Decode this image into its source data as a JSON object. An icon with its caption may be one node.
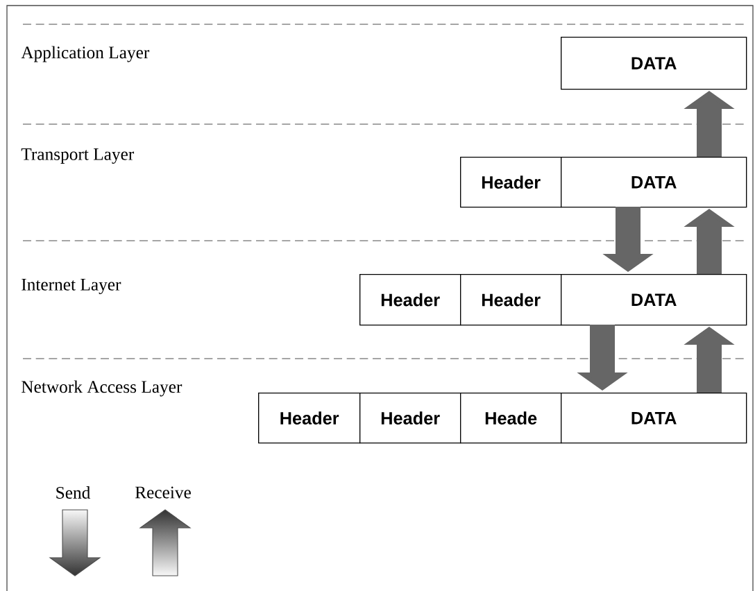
{
  "diagram": {
    "nodes": [
      {
        "text": [
          "DATA"
        ]
      },
      {
        "text": [
          "Header"
        ]
      },
      {
        "text": [
          "DATA"
        ]
      },
      {
        "text": [
          "Header"
        ]
      },
      {
        "text": [
          "Header"
        ]
      },
      {
        "text": [
          "DATA"
        ]
      },
      {
        "text": [
          "Header"
        ]
      },
      {
        "text": [
          "Header"
        ]
      },
      {
        "text": [
          "Heade"
        ]
      },
      {
        "text": [
          "DATA"
        ]
      }
    ],
    "edges": [
      {
        "from": 9,
        "to": 5,
        "arrow": "to"
      },
      {
        "from": 5,
        "to": 2,
        "arrow": "to"
      },
      {
        "from": 2,
        "to": 0,
        "arrow": "to"
      },
      {
        "from": 2,
        "to": 5,
        "arrow": "to"
      },
      {
        "from": 5,
        "to": 9,
        "arrow": "to"
      }
    ],
    "labels": [
      "Application Layer",
      "Transport Layer",
      "Internet Layer",
      "Network Access Layer"
    ],
    "legend": [
      {
        "text": "Send"
      },
      {
        "text": "Receive"
      }
    ]
  }
}
